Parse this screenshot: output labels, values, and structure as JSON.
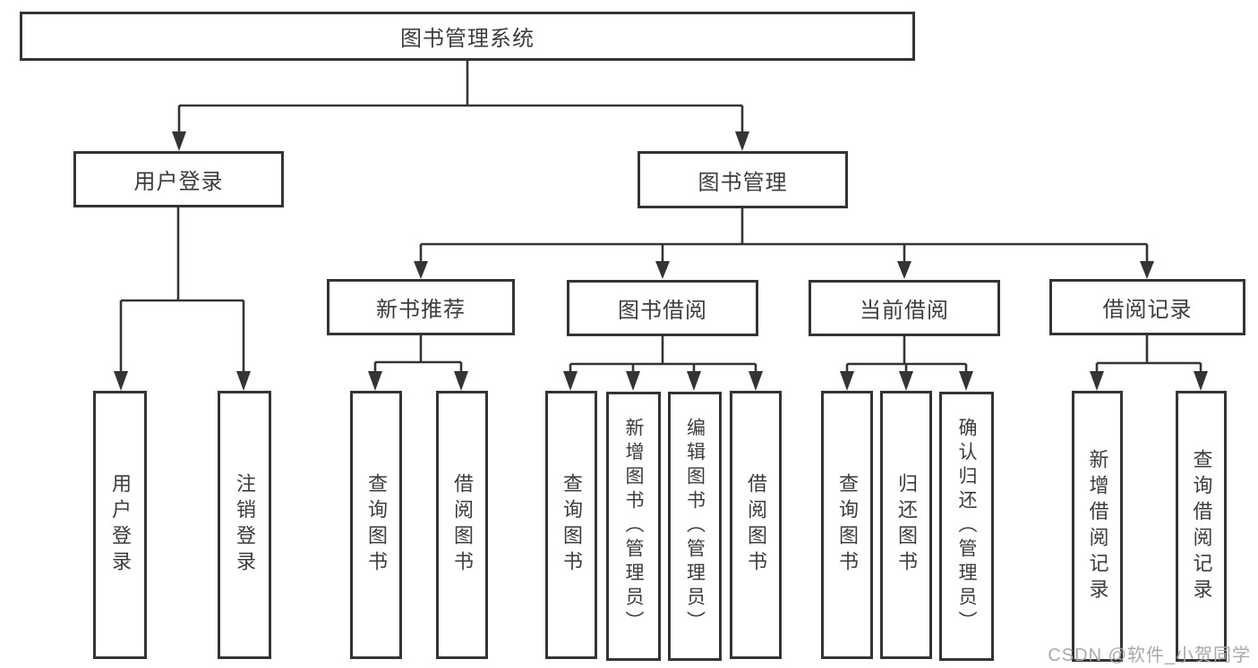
{
  "diagram_title": "图书管理系统",
  "nodes": {
    "root": "图书管理系统",
    "user_login_group": "用户登录",
    "book_mgmt_group": "图书管理",
    "new_book_rec": "新书推荐",
    "book_borrow": "图书借阅",
    "current_borrow": "当前借阅",
    "borrow_records": "借阅记录",
    "leaf_user_login": "用户登录",
    "leaf_logout": "注销登录",
    "leaf_query_book_rec": "查询图书",
    "leaf_borrow_book_rec": "借阅图书",
    "leaf_query_book_borrow": "查询图书",
    "leaf_add_book_admin": "新增图书（管理员）",
    "leaf_edit_book_admin": "编辑图书（管理员）",
    "leaf_borrow_book_borrow": "借阅图书",
    "leaf_query_book_current": "查询图书",
    "leaf_return_book": "归还图书",
    "leaf_confirm_return_admin": "确认归还（管理员）",
    "leaf_add_borrow_record": "新增借阅记录",
    "leaf_query_borrow_record": "查询借阅记录"
  },
  "watermark": "CSDN @软件_小贺同学",
  "colors": {
    "line": "#343434",
    "text": "#3c3c3c",
    "watermark": "#a8a8a8",
    "background": "#ffffff"
  }
}
